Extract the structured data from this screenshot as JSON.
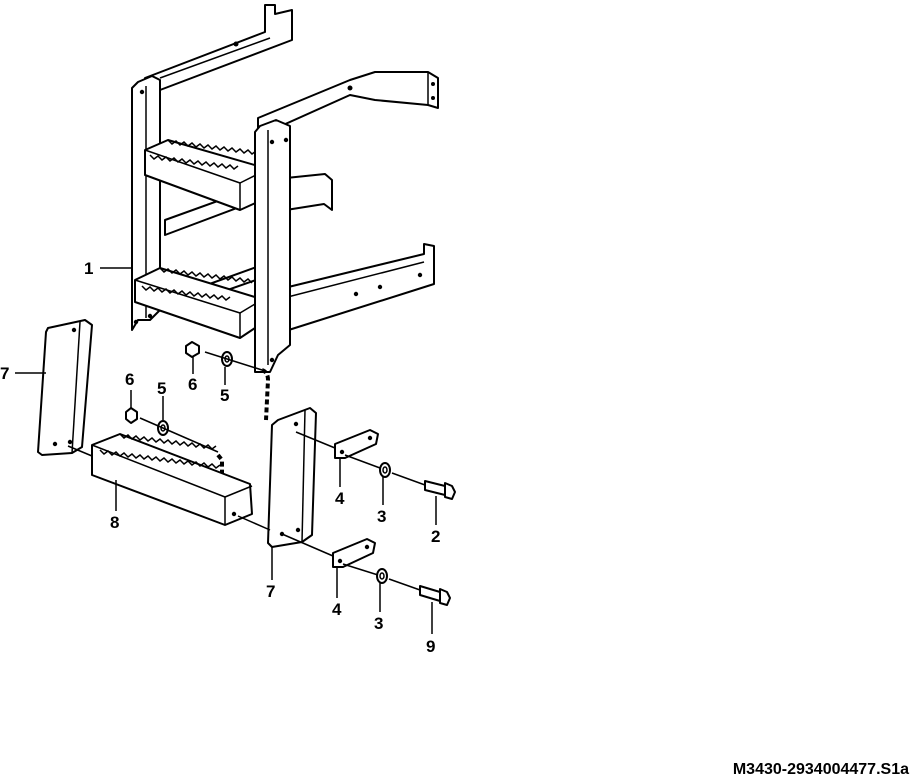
{
  "drawing_ref": "M3430-2934004477.S1a",
  "callouts": {
    "c1": "1",
    "c2": "2",
    "c3a": "3",
    "c3b": "3",
    "c4a": "4",
    "c4b": "4",
    "c5a": "5",
    "c5b": "5",
    "c6a": "6",
    "c6b": "6",
    "c7a": "7",
    "c7b": "7",
    "c8": "8",
    "c9": "9"
  }
}
